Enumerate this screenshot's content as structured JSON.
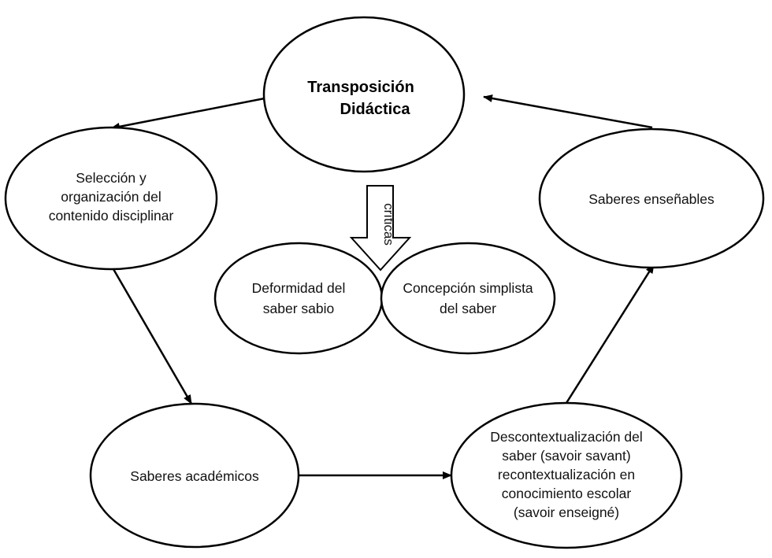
{
  "diagram": {
    "center": {
      "line1": "Transposición",
      "line2": "Didáctica"
    },
    "seleccion": {
      "line1": "Selección y",
      "line2": "organización del",
      "line3": "contenido disciplinar"
    },
    "academicos": {
      "line1": "Saberes académicos"
    },
    "descontextualizacion": {
      "line1": "Descontextualización del",
      "line2": "saber (savoir savant)",
      "line3": "recontextualización en",
      "line4": "conocimiento escolar",
      "line5": "(savoir enseigné)"
    },
    "ensenables": {
      "line1": "Saberes enseñables"
    },
    "deformidad": {
      "line1": "Deformidad del",
      "line2": "saber sabio"
    },
    "concepcion": {
      "line1": "Concepción simplista",
      "line2": "del saber"
    },
    "criticas_label": "críticas"
  }
}
